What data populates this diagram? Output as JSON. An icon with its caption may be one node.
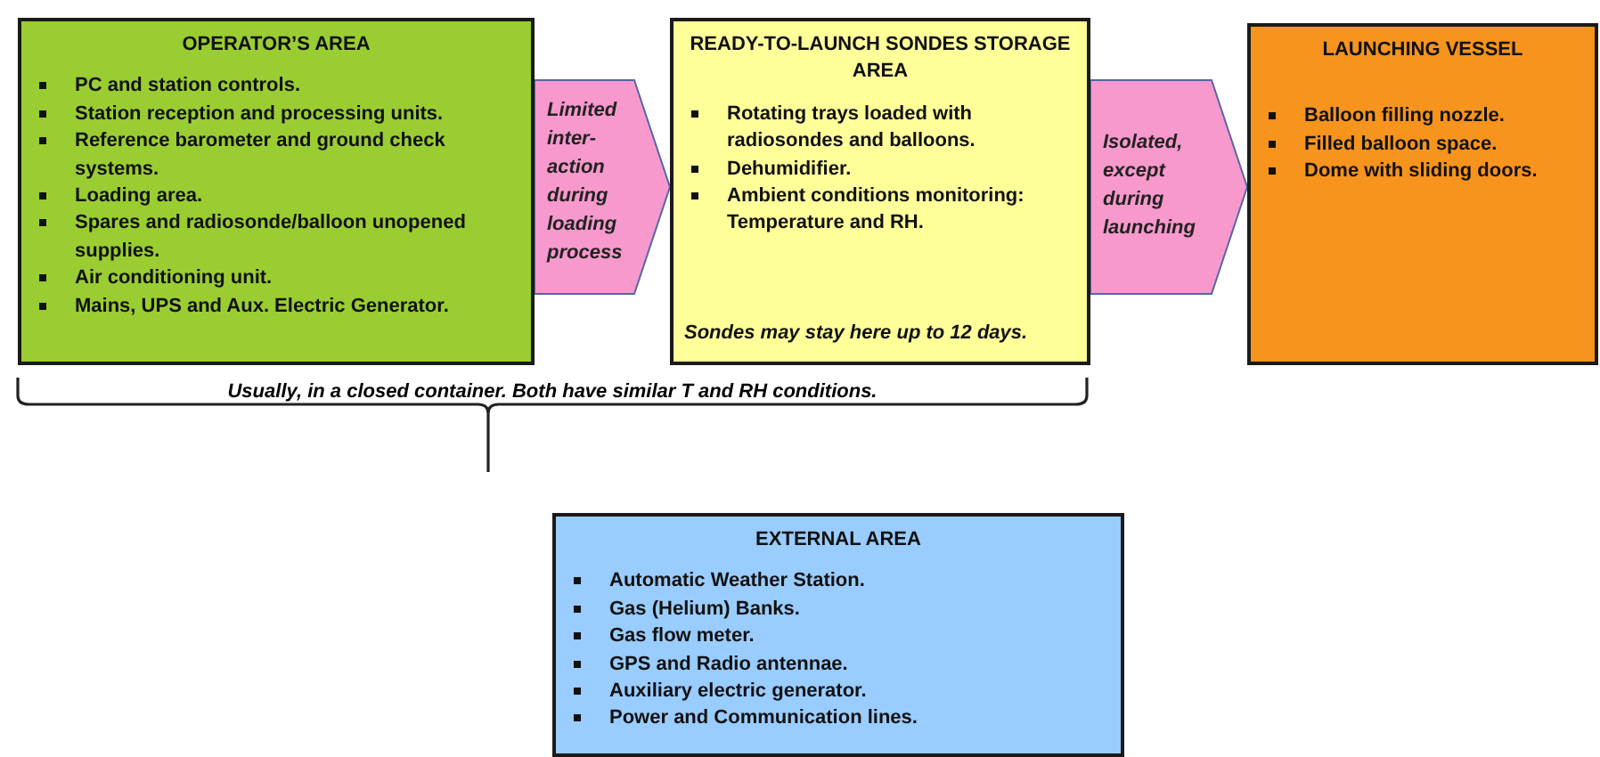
{
  "diagram": {
    "nodes": [
      {
        "text": [
          "OPERATOR’S AREA",
          "PC and station controls.",
          "Station reception and processing units.",
          "Reference barometer and ground check systems.",
          "Loading area.",
          "Spares and radiosonde/balloon unopened supplies.",
          "Air conditioning unit.",
          "Mains, UPS and Aux. Electric Generator."
        ]
      },
      {
        "text": [
          "READY-TO-LAUNCH SONDES STORAGE AREA",
          "Rotating trays loaded with radiosondes and balloons.",
          "Dehumidifier.",
          "Ambient conditions monitoring: Temperature and RH.",
          "Sondes may stay here up to 12 days."
        ]
      },
      {
        "text": [
          "LAUNCHING VESSEL",
          "Balloon filling nozzle.",
          "Filled balloon space.",
          "Dome with sliding doors."
        ]
      },
      {
        "text": [
          "EXTERNAL AREA",
          "Automatic Weather Station.",
          "Gas (Helium) Banks.",
          "Gas flow meter.",
          "GPS and Radio antennae.",
          "Auxiliary electric generator.",
          "Power and Communication lines."
        ]
      }
    ],
    "edges": [
      {
        "from": 0,
        "to": 1,
        "arrow": "to",
        "label": "Limited inter-action during loading process",
        "color": "#f799cc"
      },
      {
        "from": 1,
        "to": 2,
        "arrow": "to",
        "label": "Isolated, except during launching",
        "color": "#f799cc"
      }
    ],
    "labels": [
      "Usually, in a closed container. Both have similar T and RH conditions."
    ]
  }
}
